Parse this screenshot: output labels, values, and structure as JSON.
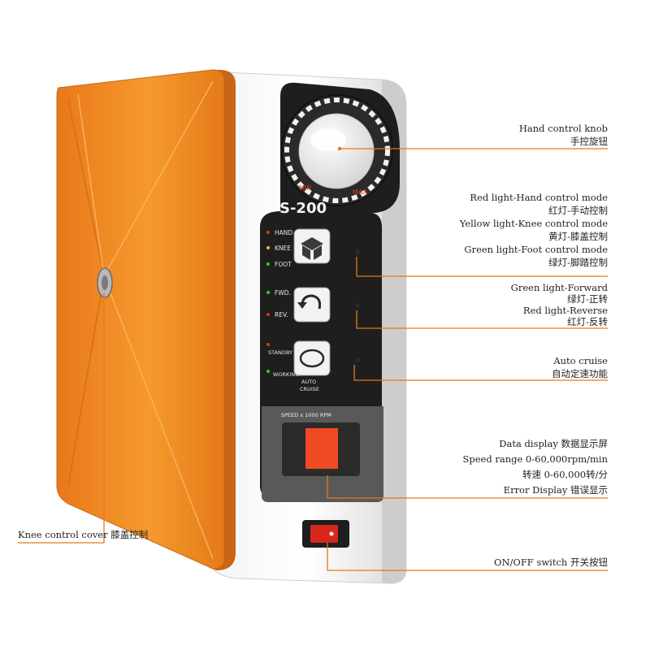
{
  "device": {
    "model": "S-200",
    "knob_min": "MIN",
    "knob_max": "MAX",
    "mode_labels": [
      "HAND",
      "KNEE",
      "FOOT"
    ],
    "direction_labels": [
      "FWD.",
      "REV."
    ],
    "cruise_labels": [
      "STANDBY",
      "WORKING"
    ],
    "cruise_button_label": "AUTO",
    "cruise_button_label2": "CRUISE",
    "speed_caption": "SPEED x 1000 RPM"
  },
  "callouts": {
    "knob": [
      "Hand control knob",
      "手控旋钮"
    ],
    "mode": [
      "Red light-Hand control mode",
      "红灯-手动控制",
      "Yellow  light-Knee  control  mode",
      "黄灯-膝盖控制",
      "Green light-Foot control mode",
      "绿灯-脚踏控制"
    ],
    "direction": [
      "Green light-Forward",
      "绿灯-正转",
      "Red light-Reverse",
      "红灯-反转"
    ],
    "cruise": [
      "Auto cruise",
      "自动定速功能"
    ],
    "display": [
      "Data display 数据显示屏",
      "Speed range 0-60,000rpm/min",
      "转速 0-60,000转/分",
      "Error Display 错误显示"
    ],
    "switch": [
      "ON/OFF  switch 开关按钮"
    ],
    "cover": [
      "Knee control cover 膝盖控制"
    ]
  },
  "colors": {
    "cover": "#f28a1c",
    "panel": "#1e1e1e",
    "leader": "#e07a1e",
    "led_red": "#e0301e",
    "led_yellow": "#f2c21b",
    "led_green": "#3fbf3a",
    "display": "#f04a22"
  }
}
